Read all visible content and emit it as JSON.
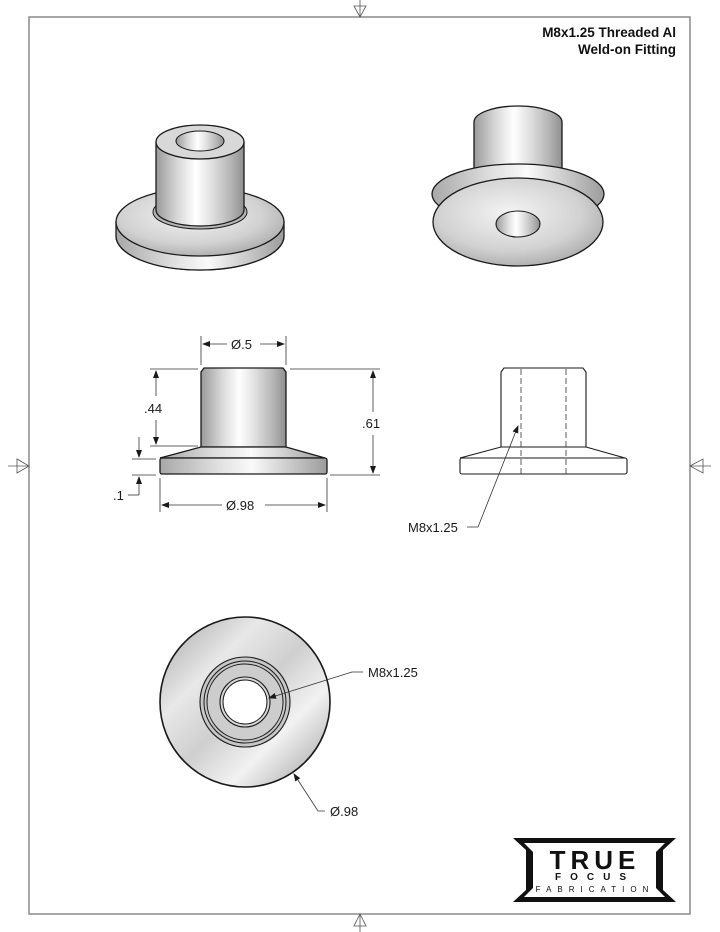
{
  "title": {
    "line1": "M8x1.25 Threaded Al",
    "line2": "Weld-on Fitting"
  },
  "colors": {
    "border": "#8a8a8a",
    "line": "#1a1a1a",
    "metal_light": "#f2f2f2",
    "metal_mid": "#c8c8c8",
    "metal_dark": "#8c8c8c",
    "logo": "#111111"
  },
  "views": {
    "iso_top": {
      "label": "isometric-top-view"
    },
    "iso_bottom": {
      "label": "isometric-bottom-view"
    },
    "front": {
      "dims": {
        "boss_diameter": "Ø.5",
        "boss_height": ".44",
        "overall_height": ".61",
        "flange_thickness": ".1",
        "flange_diameter": "Ø.98"
      }
    },
    "section": {
      "thread_callout": "M8x1.25"
    },
    "top": {
      "thread_callout": "M8x1.25",
      "flange_diameter": "Ø.98"
    }
  },
  "logo": {
    "line1": "TRUE",
    "line2": "FOCUS",
    "line3": "FABRICATION"
  }
}
